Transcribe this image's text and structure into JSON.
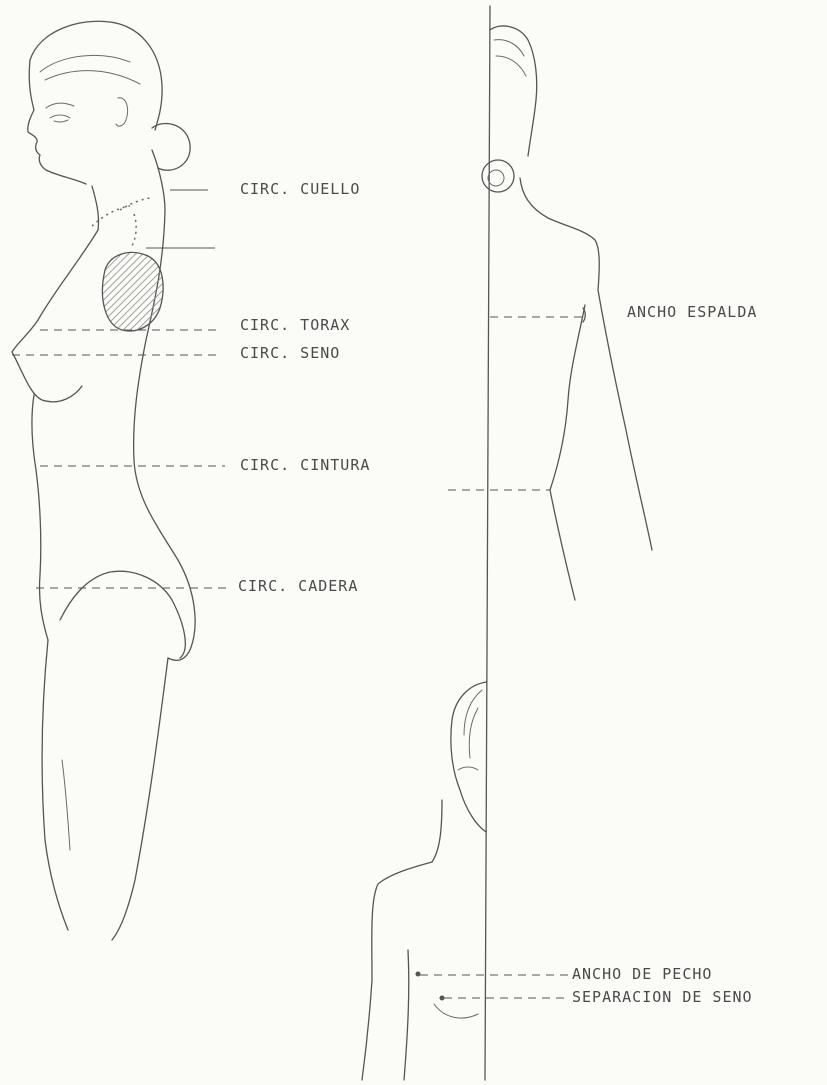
{
  "labels": {
    "circ_cuello": "CIRC. CUELLO",
    "circ_torax": "CIRC. TORAX",
    "circ_seno": "CIRC. SENO",
    "circ_cintura": "CIRC. CINTURA",
    "circ_cadera": "CIRC. CADERA",
    "ancho_espalda": "ANCHO ESPALDA",
    "ancho_de_pecho": "ANCHO DE PECHO",
    "separacion_de_seno": "SEPARACION DE SENO"
  },
  "colors": {
    "paper": "#fbfbf7",
    "ink": "#555555",
    "hatch": "#8a8a8a"
  }
}
